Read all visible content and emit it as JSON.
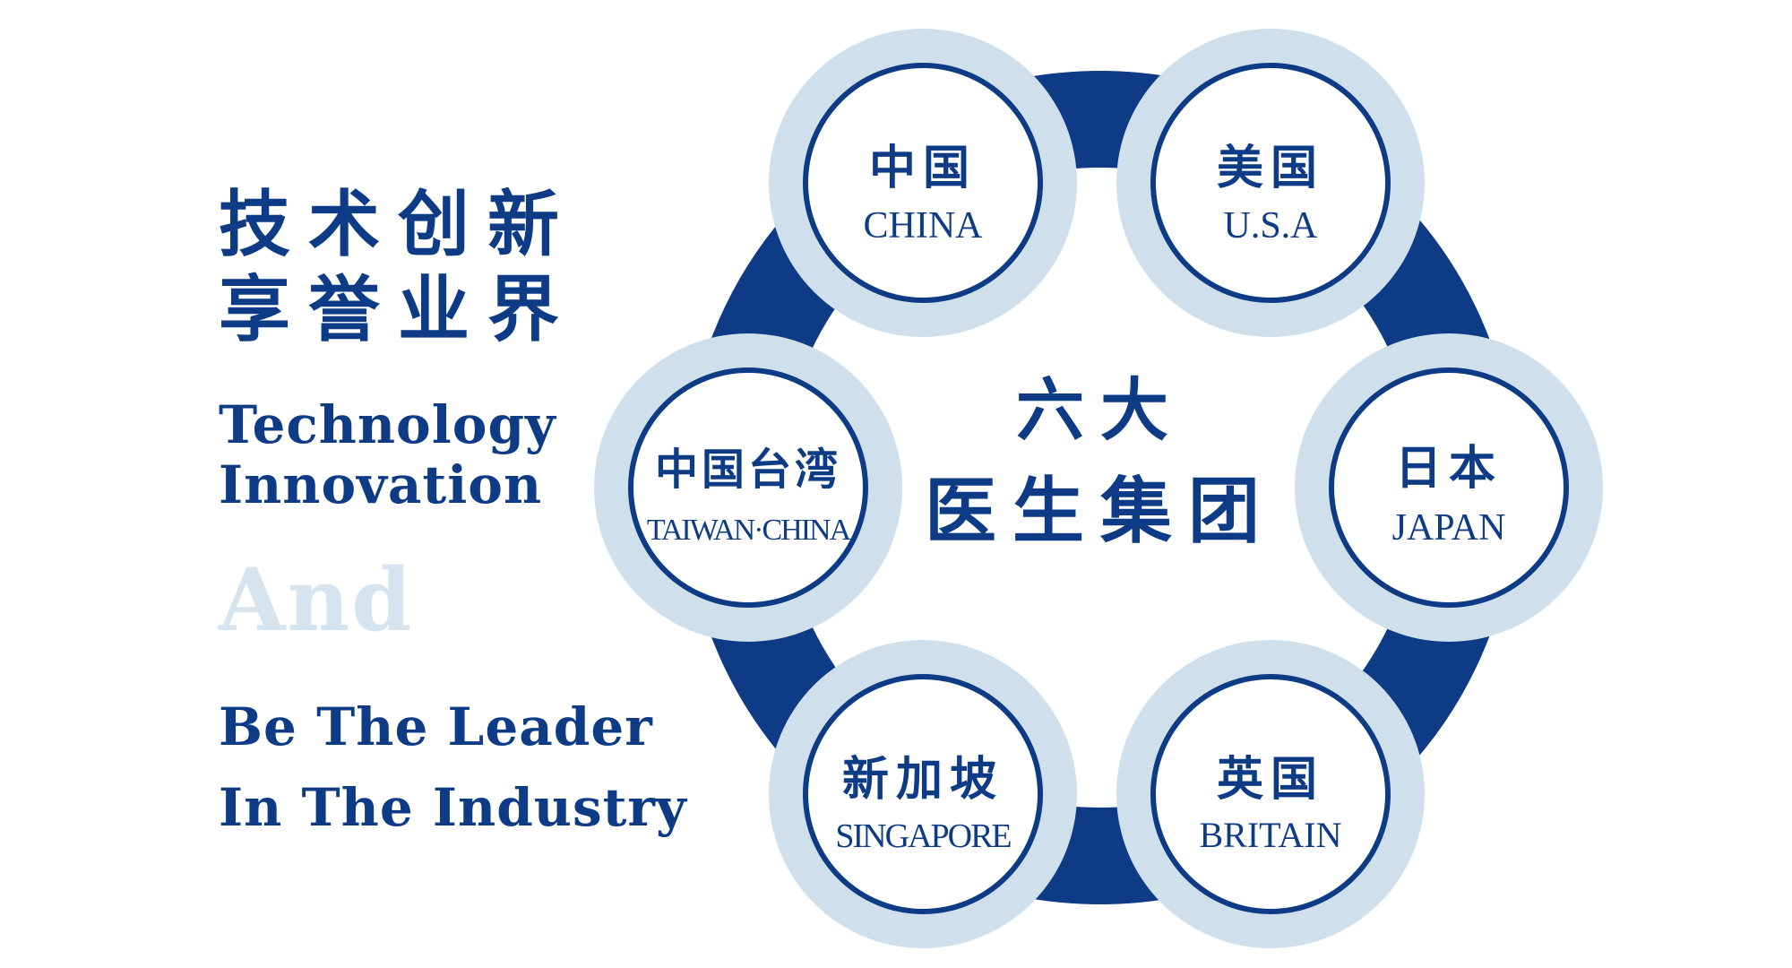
{
  "headline": {
    "cn_line1": "技术创新",
    "cn_line2": "享誉业界",
    "en_line1": "Technology",
    "en_line2": "Innovation",
    "en_and": "And",
    "en_line3": "Be The Leader",
    "en_line4": "In The Industry"
  },
  "center": {
    "line1": "六大",
    "line2": "医生集团"
  },
  "nodes": [
    {
      "cn": "中国",
      "en": "CHINA"
    },
    {
      "cn": "美国",
      "en": "U.S.A"
    },
    {
      "cn": "日本",
      "en": "JAPAN"
    },
    {
      "cn": "英国",
      "en": "BRITAIN"
    },
    {
      "cn": "新加坡",
      "en": "SINGAPORE"
    },
    {
      "cn": "中国台湾",
      "en": "TAIWAN·CHINA"
    }
  ],
  "colors": {
    "primary": "#0d3b85",
    "light": "#cfdfeb",
    "and_text": "#d6e4ef",
    "background": "#ffffff"
  }
}
